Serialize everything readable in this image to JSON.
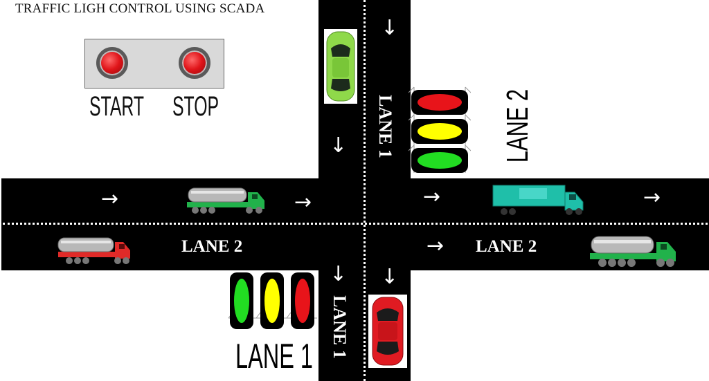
{
  "title": "TRAFFIC LIGH CONTROL USING SCADA",
  "controls": {
    "start_label": "START",
    "stop_label": "STOP",
    "button_color": "#e0151a"
  },
  "roads": {
    "color": "#000000",
    "marking_color": "#ffffff"
  },
  "labels": {
    "lane1_vertical_top": "LANE 1",
    "lane1_vertical_bottom": "LANE 1",
    "lane1_bottom": "LANE 1",
    "lane2_right_vertical": "LANE 2",
    "lane2_left_road": "LANE 2",
    "lane2_right_road": "LANE 2"
  },
  "arrows": {
    "right": "→",
    "down": "↓"
  },
  "signals": {
    "lane2_signal": {
      "colors": [
        "#e8141a",
        "#ffff00",
        "#22dd22"
      ],
      "order": [
        "red",
        "yellow",
        "green"
      ]
    },
    "lane1_signal": {
      "colors": [
        "#22dd22",
        "#ffff00",
        "#e8141a"
      ],
      "order": [
        "green",
        "yellow",
        "red"
      ]
    }
  },
  "vehicles": {
    "green_car": "#8fd94a",
    "red_car": "#e01b22",
    "tanker_green_cab": "#21b24b",
    "tanker_red_cab": "#e02a28",
    "teal_truck": "#1fbfa9",
    "tank_silver": "#b8b8b8"
  }
}
